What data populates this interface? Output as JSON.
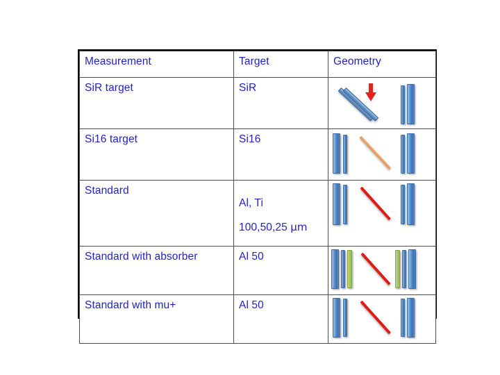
{
  "slide": {
    "background_color": "#ffffff",
    "text_color": "#2222cc",
    "border_color": "#000000",
    "inner_border_color": "#4d4d4d"
  },
  "table": {
    "headers": [
      {
        "label": "Measurement"
      },
      {
        "label": "Target"
      },
      {
        "label": "Geometry"
      }
    ],
    "rows": [
      {
        "measurement": "SiR target",
        "target": "SiR",
        "geometry": {
          "name": "sir-target-geometry",
          "elements": [
            "two-tilted-blue-bars",
            "red-down-arrow",
            "two-vertical-blue-bars-right"
          ]
        }
      },
      {
        "measurement": "Si16 target",
        "target": "Si16",
        "geometry": {
          "name": "si16-target-geometry",
          "elements": [
            "two-vertical-blue-bars-left",
            "orange-diagonal-beam",
            "two-vertical-blue-bars-right"
          ]
        }
      },
      {
        "measurement": "Standard",
        "target_line1": "Al, Ti",
        "target_line2_value": "100,50,25 ",
        "target_line2_unit": "μm",
        "geometry": {
          "name": "standard-geometry",
          "elements": [
            "two-vertical-blue-bars-left",
            "red-diagonal-beam",
            "two-vertical-blue-bars-right"
          ]
        }
      },
      {
        "measurement": "Standard with absorber",
        "target": "Al 50",
        "geometry": {
          "name": "standard-with-absorber-geometry",
          "elements": [
            "two-vertical-blue-bars-left",
            "green-absorber-bar-left",
            "red-diagonal-beam",
            "green-absorber-bar-right",
            "two-vertical-blue-bars-right"
          ]
        }
      },
      {
        "measurement": "Standard with mu+",
        "target": "Al 50",
        "geometry": {
          "name": "standard-with-mu-plus-geometry",
          "elements": [
            "two-vertical-blue-bars-left",
            "red-diagonal-beam",
            "two-vertical-blue-bars-right"
          ]
        }
      }
    ]
  },
  "colors": {
    "detector_blue": "#4a7ebb",
    "absorber_green": "#9bbb59",
    "beam_red": "#e01b14",
    "target_orange": "#e8a36a",
    "text_blue": "#2222cc"
  }
}
